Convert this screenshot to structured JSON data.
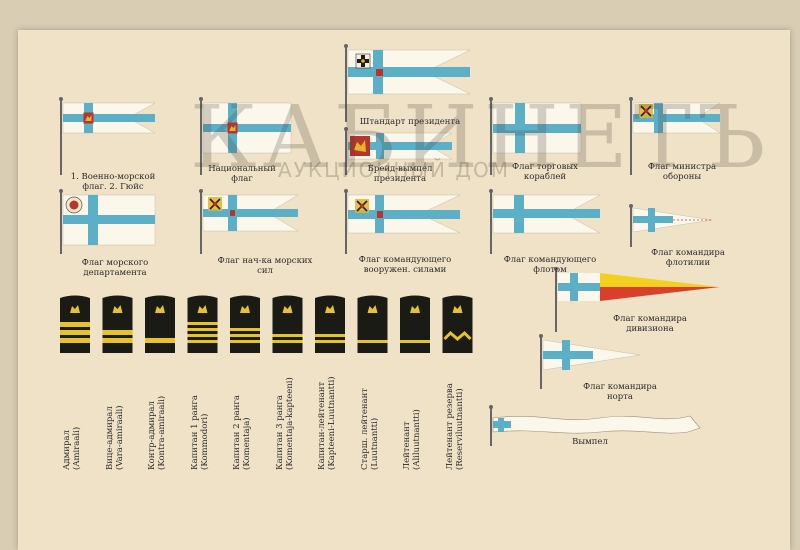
{
  "watermark": {
    "main": "КАБИНЕТЪ",
    "sub": "АУКЦИОННЫЙ ДОМ"
  },
  "colors": {
    "flag_blue": "#5bb0c8",
    "paper": "#efe2c6",
    "ink": "#2a2a2a",
    "emblem_red": "#b8352e",
    "emblem_gold": "#e0b52a",
    "pennant_yellow": "#f2d020",
    "pennant_red": "#d8402c",
    "cuff_black": "#1b1b16",
    "stripe_gold": "#e7c22c"
  },
  "flags": [
    {
      "caption_lines": [
        "1. Военно-морской",
        "флаг. 2. Гюйс"
      ]
    },
    {
      "caption_lines": [
        "Национальный",
        "флаг"
      ]
    },
    {
      "caption_lines": [
        "Штандарт президента"
      ]
    },
    {
      "caption_lines": [
        "Брейд-вымпел",
        "президента"
      ]
    },
    {
      "caption_lines": [
        "Флаг торговых",
        "кораблей"
      ]
    },
    {
      "caption_lines": [
        "Флаг министра",
        "обороны"
      ]
    },
    {
      "caption_lines": [
        "Флаг морского",
        "департамента"
      ]
    },
    {
      "caption_lines": [
        "Флаг нач-ка морских",
        "сил"
      ]
    },
    {
      "caption_lines": [
        "Флаг командующего",
        "вооружен. силами"
      ]
    },
    {
      "caption_lines": [
        "Флаг командующего",
        "флотом"
      ]
    },
    {
      "caption_lines": [
        "Флаг командира",
        "флотилии"
      ]
    },
    {
      "caption_lines": [
        "Флаг командира",
        "дивизиона"
      ]
    },
    {
      "caption_lines": [
        "Флаг командира",
        "норта"
      ]
    },
    {
      "caption_lines": [
        "Вымпел"
      ]
    }
  ],
  "ranks": [
    {
      "ru": "Адмирал",
      "fi": "(Amiraali)",
      "stripes": 3,
      "wide": true
    },
    {
      "ru": "Вице-адмирал",
      "fi": "(Vara-amiraali)",
      "stripes": 2,
      "wide": true
    },
    {
      "ru": "Контр-адмирал",
      "fi": "(Kontra-amiraali)",
      "stripes": 1,
      "wide": true
    },
    {
      "ru": "Капитан 1 ранга",
      "fi": "(Kommodori)",
      "stripes": 4,
      "wide": false
    },
    {
      "ru": "Капитан 2 ранга",
      "fi": "(Komentaja)",
      "stripes": 3,
      "wide": false
    },
    {
      "ru": "Капитан 3 ранга",
      "fi": "(Komentaja-kapteeni)",
      "stripes": 2,
      "wide": false
    },
    {
      "ru": "Капитан-лейтенант",
      "fi": "(Kapteeni-Luutnantti)",
      "stripes": 2,
      "wide": false
    },
    {
      "ru": "Старш. лейтенант",
      "fi": "(Luutnantti)",
      "stripes": 1,
      "wide": false
    },
    {
      "ru": "Лейтенант",
      "fi": "(Aliluutnantti)",
      "stripes": 1,
      "wide": false
    },
    {
      "ru": "Лейтенант резерва",
      "fi": "(Reserviluutnantti)",
      "stripes": 1,
      "wide": false
    }
  ]
}
